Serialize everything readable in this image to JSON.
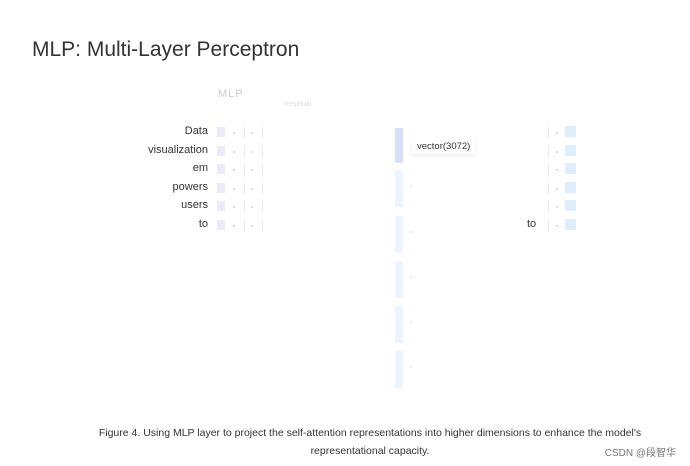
{
  "title": "MLP: Multi-Layer Perceptron",
  "diagram": {
    "block_label": "MLP",
    "residual_label": "Residual",
    "input_tokens": [
      "Data",
      "visualization",
      "em",
      "powers",
      "users",
      "to"
    ],
    "vector_tooltip": "vector(3072)",
    "output_token": "to",
    "colors": {
      "input_cell": "#ecebfb",
      "output_cell": "#dfeefc",
      "hidden_column": "#eef4fd"
    }
  },
  "caption": "Figure 4. Using MLP layer to project the self-attention representations into higher dimensions to enhance the model's representational capacity.",
  "watermark": "CSDN @段智华"
}
